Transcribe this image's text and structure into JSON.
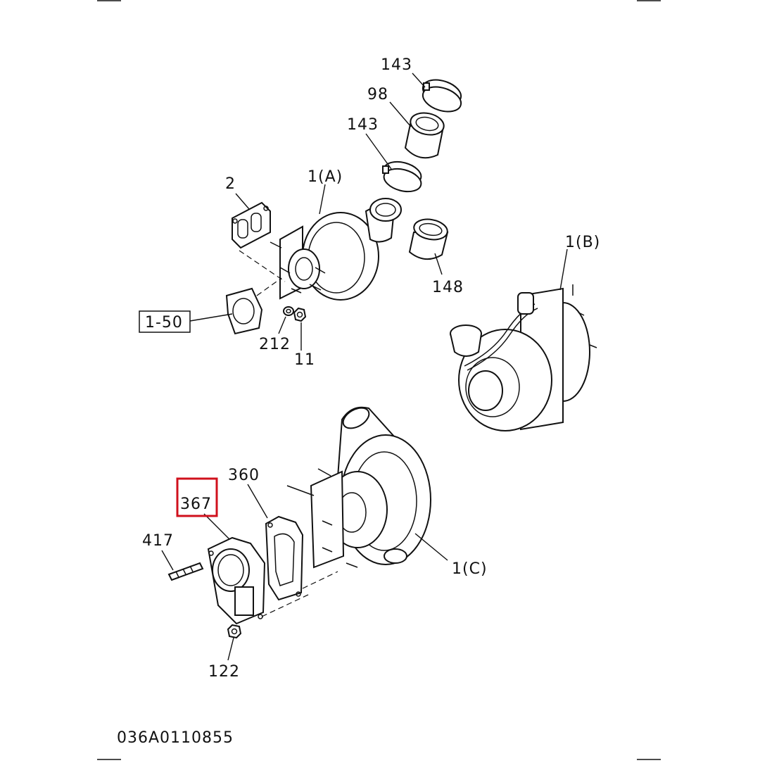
{
  "diagram": {
    "callouts": {
      "c143a": "143",
      "c98": "98",
      "c143b": "143",
      "c2": "2",
      "c1a": "1(A)",
      "c148": "148",
      "c1b": "1(B)",
      "c150": "1-50",
      "c212": "212",
      "c11": "11",
      "c360": "360",
      "c367": "367",
      "c417": "417",
      "c1c": "1(C)",
      "c122": "122"
    },
    "highlighted_callout": "367",
    "highlight_color": "#d0101c",
    "drawing_number": "036A0110855"
  }
}
